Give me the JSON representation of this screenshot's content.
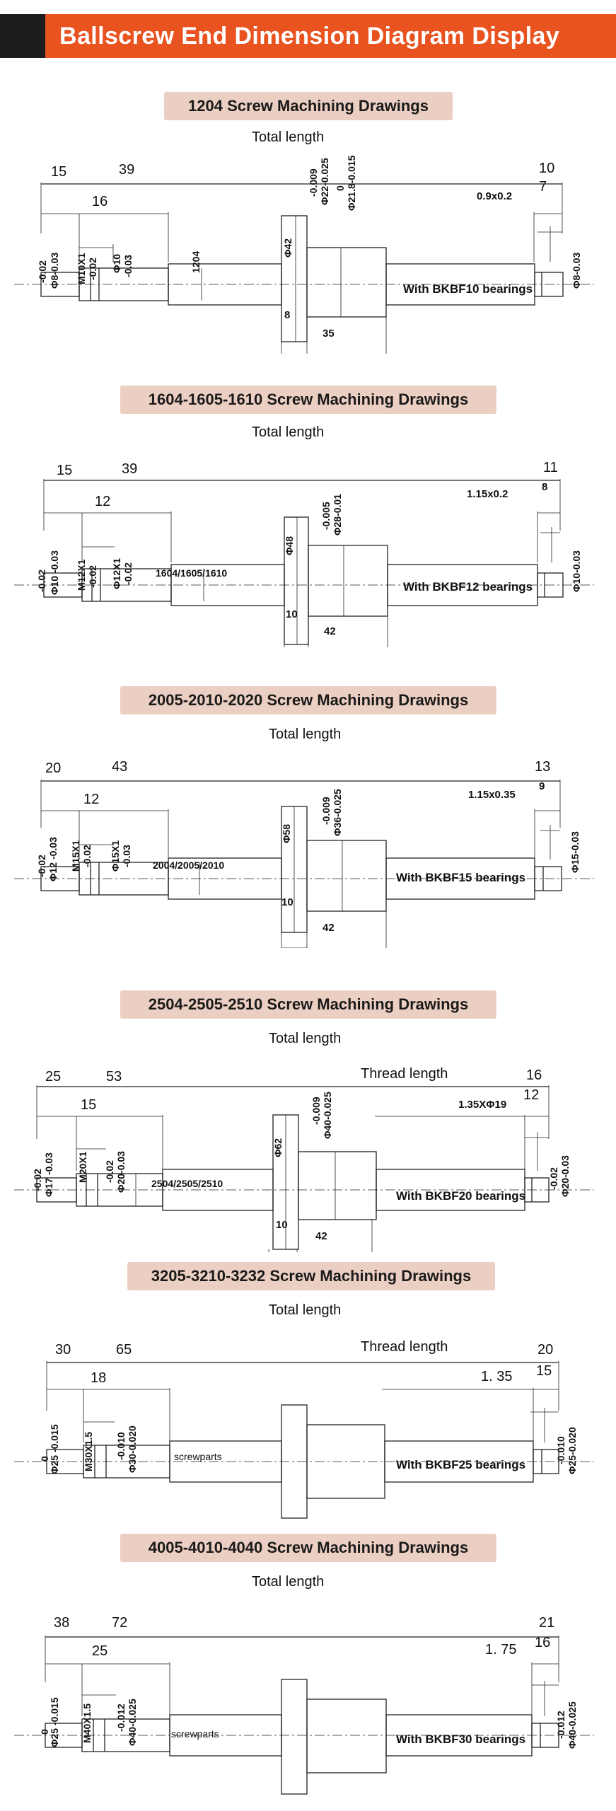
{
  "header": {
    "title": "Ballscrew End Dimension Diagram Display"
  },
  "sections": [
    {
      "title": "1204  Screw Machining Drawings",
      "total": "Total length",
      "left1": "15",
      "left2": "39",
      "left3": "16",
      "right1": "10",
      "right2": "7",
      "groove": "0.9x0.2",
      "v1a": "-0.02",
      "v1b": "Φ8-0.03",
      "v2a": "M10X1",
      "v2b": "-0.02",
      "v3a": "Φ10",
      "v3b": "-0.03",
      "v4": "1204",
      "flange": "Φ42",
      "nut_a": "-0.009",
      "nut_b": "Φ22-0.025",
      "nut_c": "0",
      "nut_d": "Φ21.8-0.015",
      "bearing": "With BKBF10 bearings",
      "end_v": "Φ8-0.03",
      "b1": "8",
      "b2": "35"
    },
    {
      "title": "1604-1605-1610  Screw Machining Drawings",
      "total": "Total length",
      "left1": "15",
      "left2": "39",
      "left3": "12",
      "right1": "11",
      "right2": "8",
      "groove": "1.15x0.2",
      "v1a": "-0.02",
      "v1b": "Φ10 -0.03",
      "v2a": "M12X1",
      "v2b": "-0.02",
      "v3a": "Φ12X1",
      "v3b": "-0.02",
      "model_label": "1604/1605/1610",
      "flange": "Φ48",
      "nut_a": "-0.005",
      "nut_b": "Φ28-0.01",
      "bearing": "With BKBF12 bearings",
      "end_v": "Φ10-0.03",
      "b1": "10",
      "b2": "42"
    },
    {
      "title": "2005-2010-2020  Screw Machining Drawings",
      "total": "Total length",
      "left1": "20",
      "left2": "43",
      "left3": "12",
      "right1": "13",
      "right2": "9",
      "groove": "1.15x0.35",
      "v1a": "-0.02",
      "v1b": "Φ12 -0.03",
      "v2a": "M15X1",
      "v2b": "-0.02",
      "v3a": "Φ15X1",
      "v3b": "-0.03",
      "model_label": "2004/2005/2010",
      "flange": "Φ58",
      "nut_a": "-0.009",
      "nut_b": "Φ36-0.025",
      "bearing": "With BKBF15 bearings",
      "end_v": "Φ15-0.03",
      "b1": "10",
      "b2": "42"
    },
    {
      "title": "2504-2505-2510  Screw Machining Drawings",
      "total": "Total length",
      "thread": "Thread length",
      "left1": "25",
      "left2": "53",
      "left3": "15",
      "right1": "16",
      "right2": "12",
      "groove": "1.35XΦ19",
      "v1a": "-0.02",
      "v1b": "Φ17 -0.03",
      "v2a": "M20X1",
      "v3a": "-0.02",
      "v3b": "Φ20-0.03",
      "model_label": "2504/2505/2510",
      "flange": "Φ62",
      "nut_a": "-0.009",
      "nut_b": "Φ40-0.025",
      "bearing": "With BKBF20 bearings",
      "end_va": "-0.02",
      "end_vb": "Φ20-0.03",
      "b1": "10",
      "b2": "42"
    },
    {
      "title": "3205-3210-3232 Screw Machining Drawings",
      "total": "Total length",
      "thread": "Thread length",
      "left1": "30",
      "left2": "65",
      "left3": "18",
      "right1": "20",
      "right2": "15",
      "groove": "1. 35",
      "v1a": "0",
      "v1b": "Φ25 -0.015",
      "v2a": "M30X1.5",
      "v3a": "-0.010",
      "v3b": "Φ30-0.020",
      "model_label": "screwparts",
      "bearing": "With BKBF25 bearings",
      "end_va": "-0.010",
      "end_vb": "Φ25-0.020"
    },
    {
      "title": "4005-4010-4040  Screw Machining Drawings",
      "total": "Total length",
      "left1": "38",
      "left2": "72",
      "left3": "25",
      "right1": "21",
      "right2": "16",
      "groove": "1. 75",
      "v1a": "0",
      "v1b": "Φ25 -0.015",
      "v2a": "M40X1.5",
      "v3a": "-0.012",
      "v3b": "Φ40-0.025",
      "model_label": "screwparts",
      "bearing": "With BKBF30 bearings",
      "end_va": "-0.012",
      "end_vb": "Φ40-0.025"
    }
  ]
}
